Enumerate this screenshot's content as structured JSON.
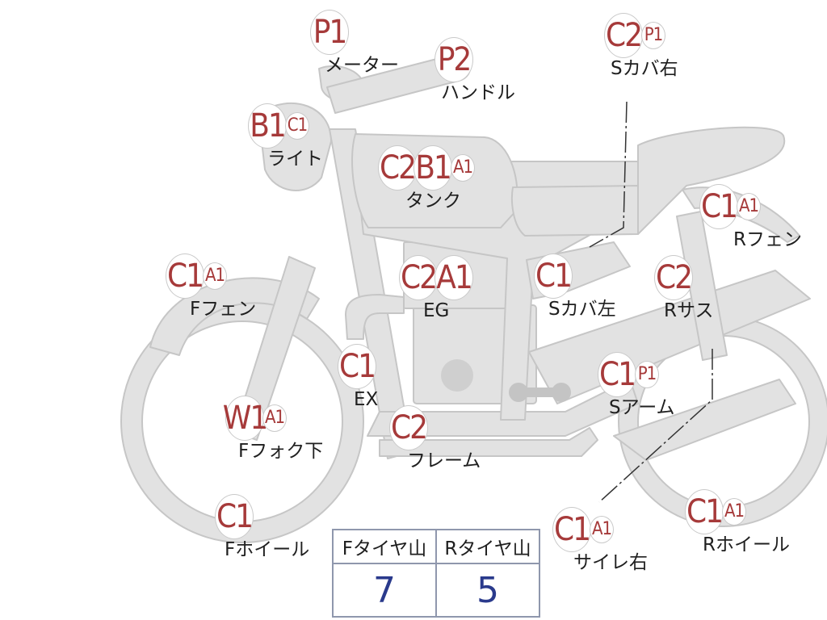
{
  "parts": {
    "meter": {
      "label": "メーター",
      "ratings": [
        "P1"
      ],
      "subs": []
    },
    "handle": {
      "label": "ハンドル",
      "ratings": [
        "P2"
      ],
      "subs": []
    },
    "side_cover_r": {
      "label": "Sカバ右",
      "ratings": [
        "C2"
      ],
      "subs": [
        "P1"
      ]
    },
    "light": {
      "label": "ライト",
      "ratings": [
        "B1"
      ],
      "subs": [
        "C1"
      ]
    },
    "tank": {
      "label": "タンク",
      "ratings": [
        "C2",
        "B1"
      ],
      "subs": [
        "A1"
      ]
    },
    "r_fender": {
      "label": "Rフェン",
      "ratings": [
        "C1"
      ],
      "subs": [
        "A1"
      ]
    },
    "f_fender": {
      "label": "Fフェン",
      "ratings": [
        "C1"
      ],
      "subs": [
        "A1"
      ]
    },
    "engine": {
      "label": "EG",
      "ratings": [
        "C2",
        "A1"
      ],
      "subs": []
    },
    "side_cover_l": {
      "label": "Sカバ左",
      "ratings": [
        "C1"
      ],
      "subs": []
    },
    "r_suspension": {
      "label": "Rサス",
      "ratings": [
        "C2"
      ],
      "subs": []
    },
    "exhaust": {
      "label": "EX",
      "ratings": [
        "C1"
      ],
      "subs": []
    },
    "swing_arm": {
      "label": "Sアーム",
      "ratings": [
        "C1"
      ],
      "subs": [
        "P1"
      ]
    },
    "f_fork_lower": {
      "label": "Fフォク下",
      "ratings": [
        "W1"
      ],
      "subs": [
        "A1"
      ]
    },
    "frame": {
      "label": "フレーム",
      "ratings": [
        "C2"
      ],
      "subs": []
    },
    "f_wheel": {
      "label": "Fホイール",
      "ratings": [
        "C1"
      ],
      "subs": []
    },
    "silencer_r": {
      "label": "サイレ右",
      "ratings": [
        "C1"
      ],
      "subs": [
        "A1"
      ]
    },
    "r_wheel": {
      "label": "Rホイール",
      "ratings": [
        "C1"
      ],
      "subs": [
        "A1"
      ]
    }
  },
  "tire_table": {
    "headers": [
      "Fタイヤ山",
      "Rタイヤ山"
    ],
    "values": [
      "7",
      "5"
    ]
  },
  "colors": {
    "rating": "#a63a3a",
    "table_value": "#2a3a8c",
    "body_fill": "#e2e2e2",
    "body_stroke": "#c6c6c6"
  }
}
